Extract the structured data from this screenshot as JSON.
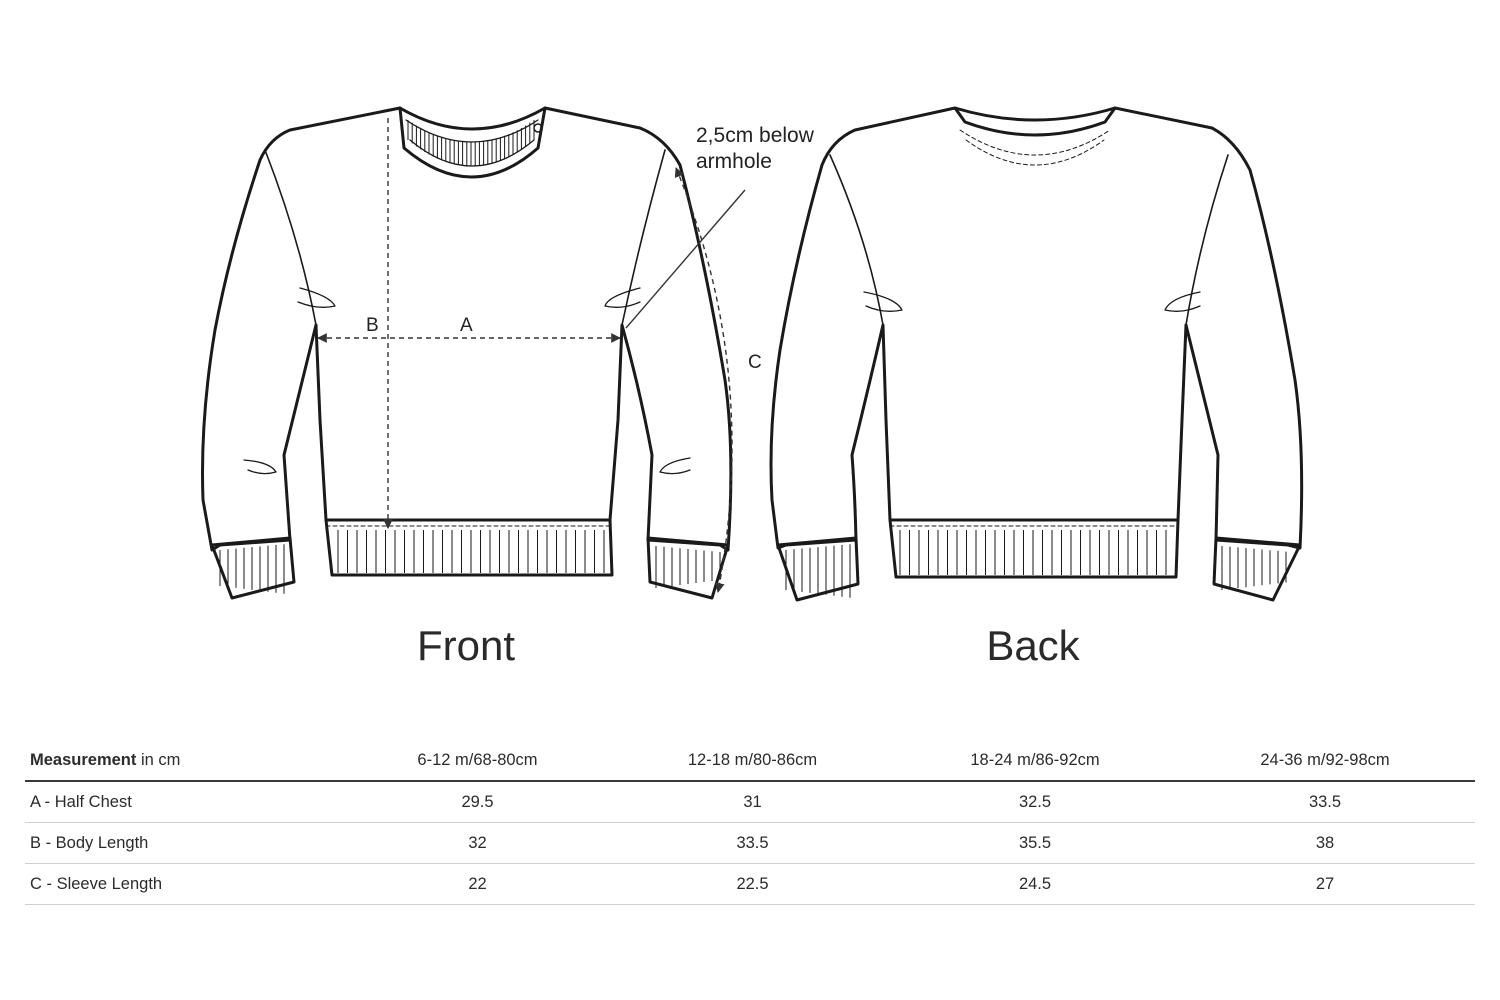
{
  "views": {
    "front": "Front",
    "back": "Back"
  },
  "labels": {
    "a": "A",
    "b": "B",
    "c": "C",
    "note_line1": "2,5cm below",
    "note_line2": "armhole"
  },
  "table": {
    "header_bold": "Measurement",
    "header_unit": " in cm",
    "sizes": [
      "6-12 m/68-80cm",
      "12-18 m/80-86cm",
      "18-24 m/86-92cm",
      "24-36 m/92-98cm"
    ],
    "rows": [
      {
        "name": "A - Half Chest",
        "values": [
          "29.5",
          "31",
          "32.5",
          "33.5"
        ]
      },
      {
        "name": "B - Body Length",
        "values": [
          "32",
          "33.5",
          "35.5",
          "38"
        ]
      },
      {
        "name": "C - Sleeve Length",
        "values": [
          "22",
          "22.5",
          "24.5",
          "27"
        ]
      }
    ]
  },
  "colors": {
    "line": "#1a1a1a",
    "table_rule": "#3a3a3a",
    "table_divider": "#cfcfcf"
  }
}
